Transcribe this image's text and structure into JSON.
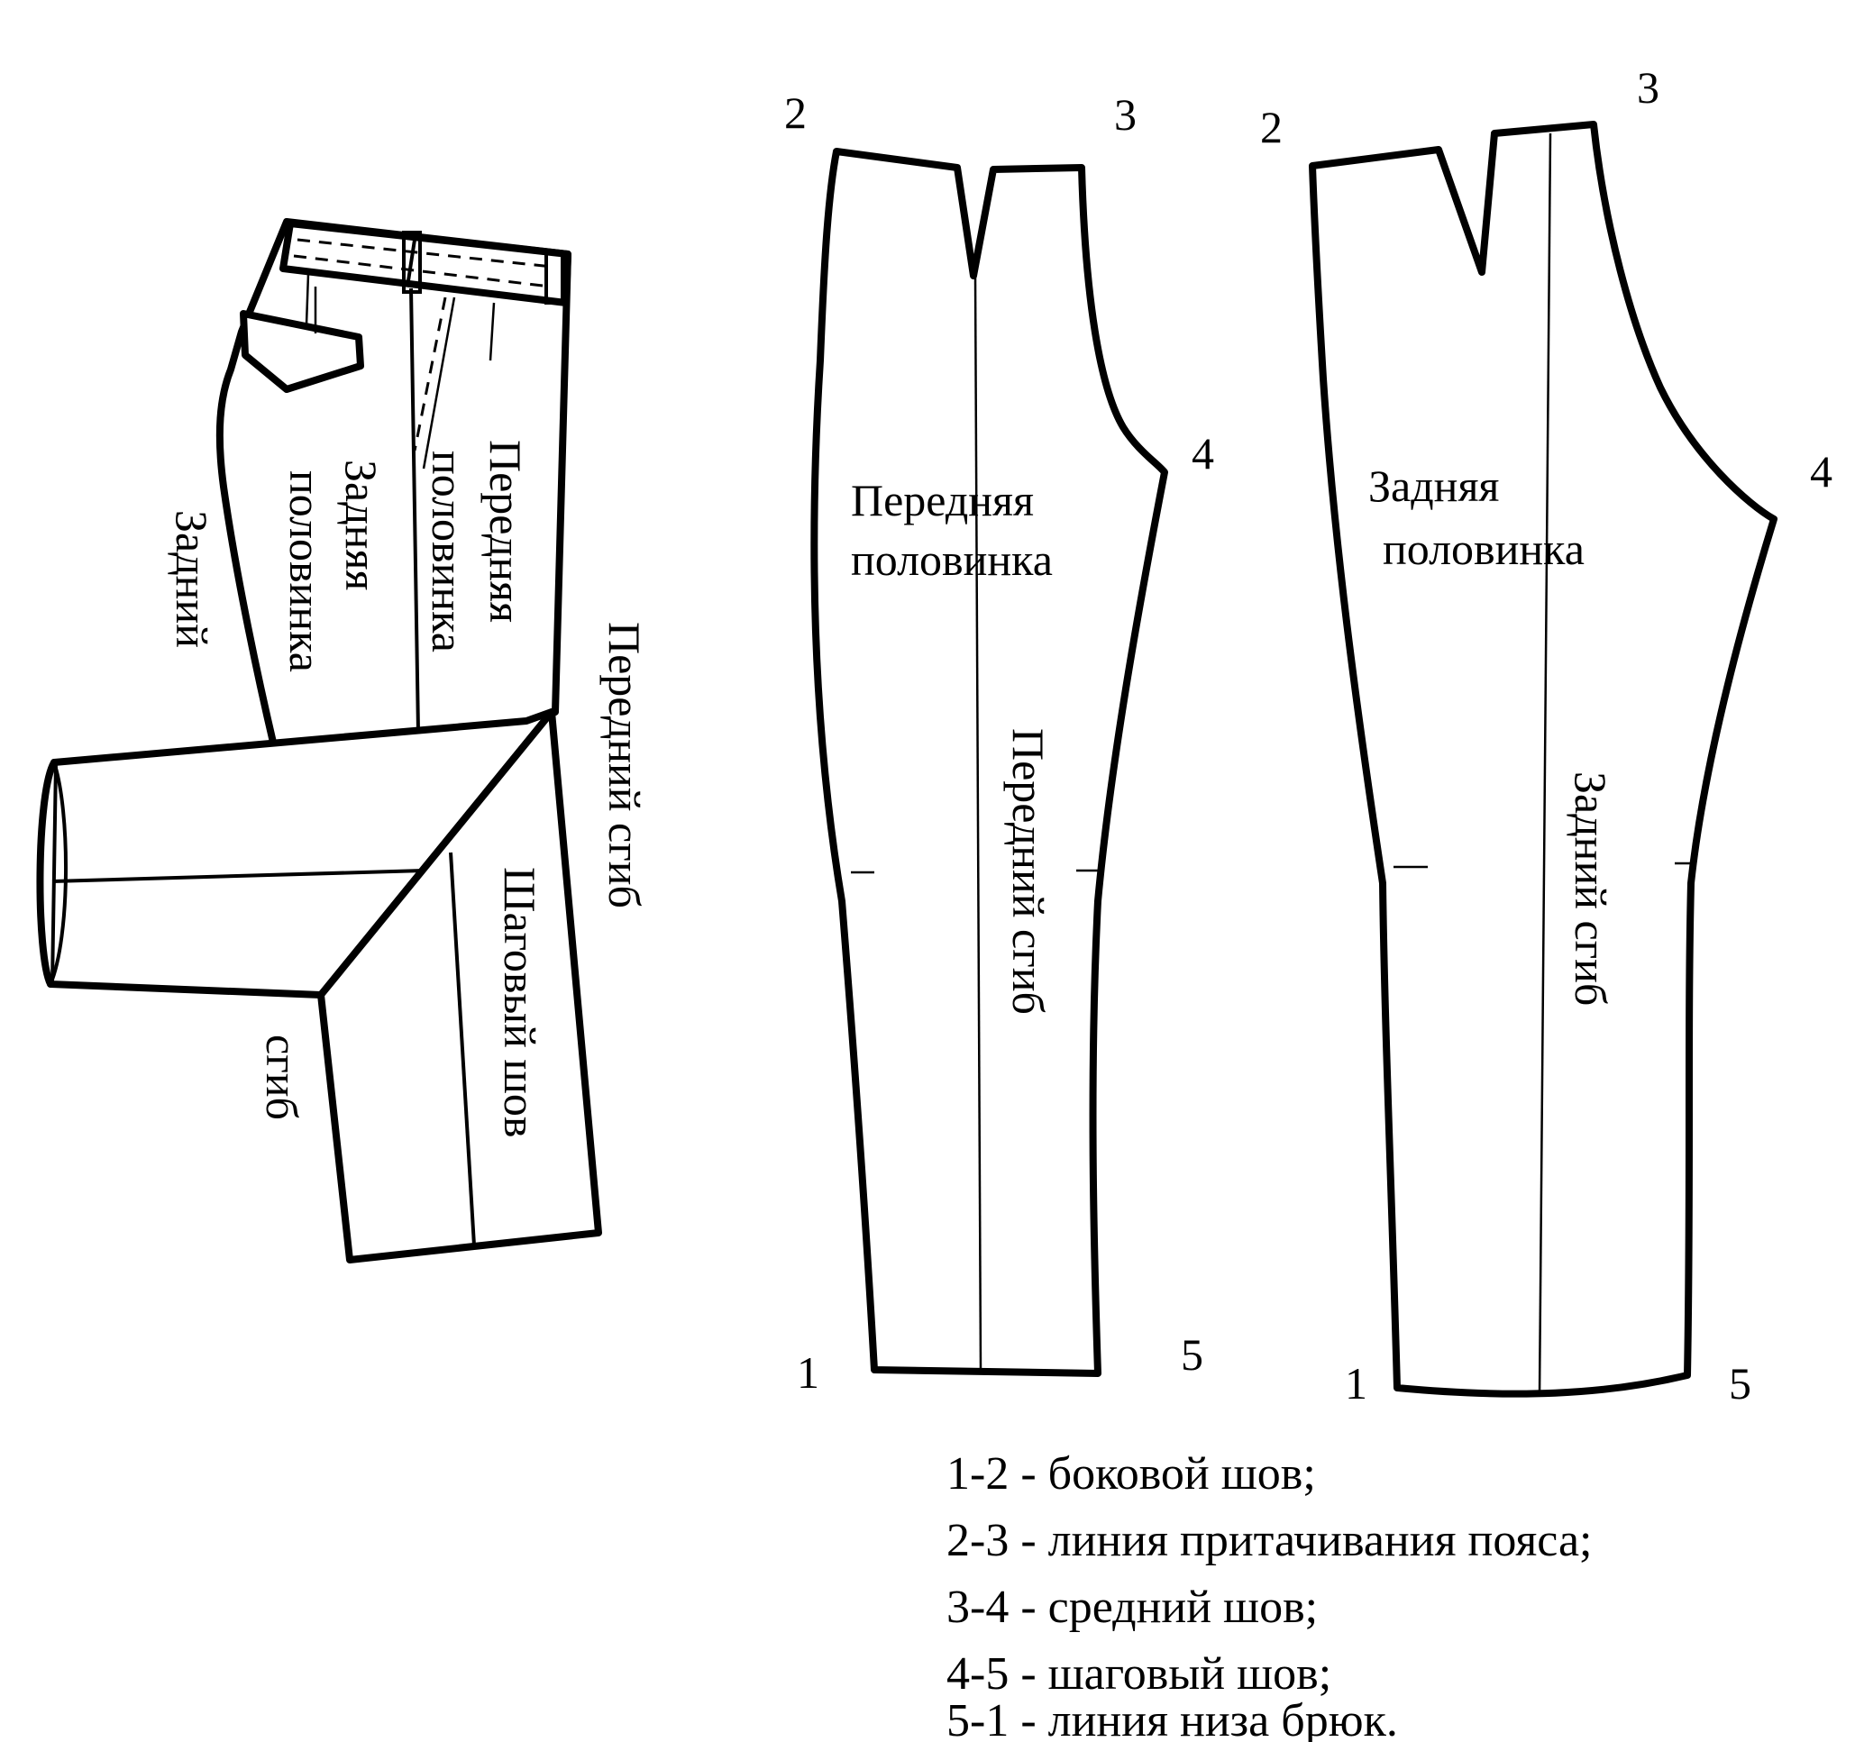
{
  "figure": {
    "folded_trousers": {
      "labels": {
        "back_half": "Задняя половинка",
        "back_half_l1": "Задняя",
        "back_half_l2": "половинка",
        "front_half": "Передняя половинка",
        "front_half_l1": "Передняя",
        "front_half_l2": "половинка",
        "back_fold_part1": "Задний",
        "back_fold_part2": "сгиб",
        "front_fold": "Передний сгиб",
        "inseam": "Шаговый шов"
      }
    },
    "front_pattern": {
      "title_l1": "Передняя",
      "title_l2": "половинка",
      "fold": "Передний сгиб",
      "points": [
        "1",
        "2",
        "3",
        "4",
        "5"
      ]
    },
    "back_pattern": {
      "title_l1": "Задняя",
      "title_l2": "половинка",
      "fold": "Задний сгиб",
      "points": [
        "1",
        "2",
        "3",
        "4",
        "5"
      ]
    },
    "legend": [
      "1-2 - боковой шов;",
      "2-3 - линия притачивания пояса;",
      "3-4 - средний шов;",
      "4-5 - шаговый шов;",
      "5-1 - линия низа брюк."
    ]
  }
}
